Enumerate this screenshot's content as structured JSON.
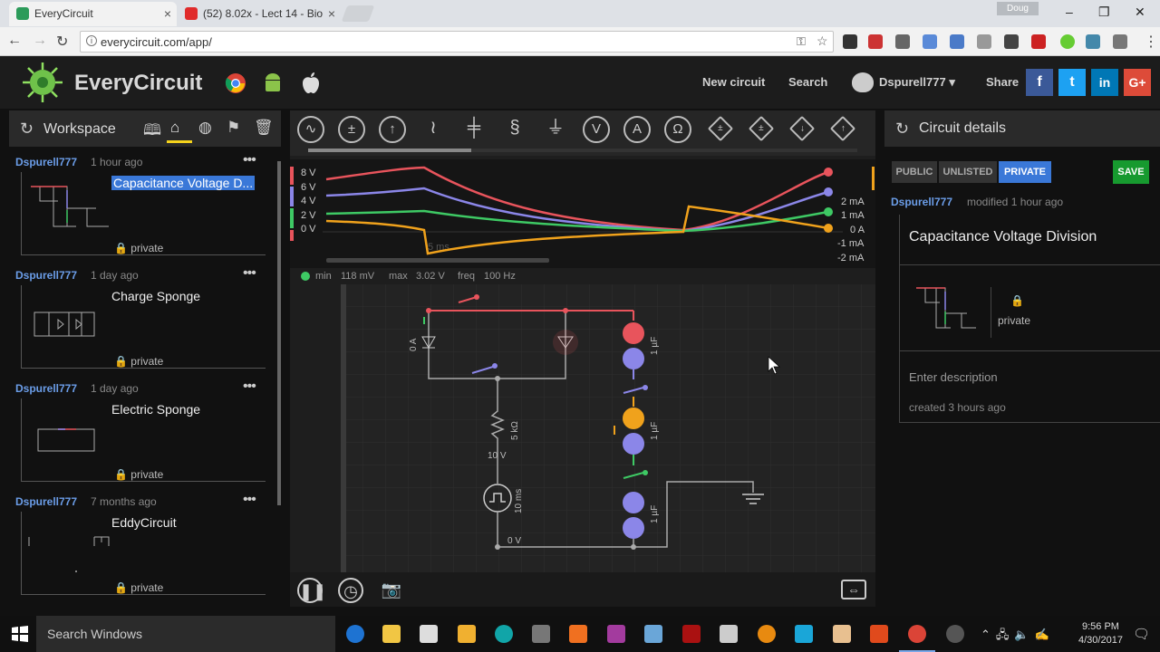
{
  "browser": {
    "tabs": [
      {
        "title": "EveryCircuit",
        "close": "×"
      },
      {
        "title": "(52) 8.02x - Lect 14 - Bio",
        "close": "×"
      }
    ],
    "user_badge": "Doug",
    "window_controls": [
      "–",
      "❐",
      "✕"
    ],
    "url": "everycircuit.com/app/",
    "info_glyph": "i"
  },
  "app": {
    "brand": "EveryCircuit",
    "new_circuit": "New circuit",
    "search": "Search",
    "user": "Dspurell777 ▾",
    "share": "Share",
    "share_buttons": [
      "f",
      "t",
      "in",
      "G+"
    ]
  },
  "workspace": {
    "title": "Workspace",
    "items": [
      {
        "author": "Dspurell777",
        "time": "1 hour ago",
        "title": "Capacitance Voltage D...",
        "privacy": "private",
        "dots": "•••"
      },
      {
        "author": "Dspurell777",
        "time": "1 day ago",
        "title": "Charge Sponge",
        "privacy": "private",
        "dots": "•••"
      },
      {
        "author": "Dspurell777",
        "time": "1 day ago",
        "title": "Electric Sponge",
        "privacy": "private",
        "dots": "•••"
      },
      {
        "author": "Dspurell777",
        "time": "7 months ago",
        "title": "EddyCircuit",
        "privacy": "private",
        "dots": "•••"
      }
    ]
  },
  "graph": {
    "left_ticks": [
      "8 V",
      "6 V",
      "4 V",
      "2 V",
      "0 V"
    ],
    "right_ticks": [
      "2 mA",
      "1 mA",
      "0 A",
      "-1 mA",
      "-2 mA"
    ],
    "time_label": "5 ms",
    "colors": {
      "red": "#e8545c",
      "blue": "#8b86e8",
      "green": "#3ec964",
      "orange": "#f0a21c"
    }
  },
  "measure": {
    "min_label": "min",
    "min_value": "118 mV",
    "max_label": "max",
    "max_value": "3.02 V",
    "freq_label": "freq",
    "freq_value": "100 Hz"
  },
  "circuit_labels": {
    "led_current": "0 A",
    "resistor": "5 kΩ",
    "source_v": "10 V",
    "period": "10 ms",
    "ground_v": "0 V",
    "cap1": "1 µF",
    "cap2": "1 µF",
    "cap3": "1 µF"
  },
  "details": {
    "title": "Circuit details",
    "visibility": [
      "PUBLIC",
      "UNLISTED",
      "PRIVATE"
    ],
    "save": "SAVE",
    "author": "Dspurell777",
    "modified": "modified 1 hour ago",
    "circuit_title": "Capacitance Voltage Division",
    "privacy": "private",
    "description_placeholder": "Enter description",
    "created": "created 3 hours ago"
  },
  "taskbar": {
    "search": "Search Windows",
    "time": "9:56 PM",
    "date": "4/30/2017"
  }
}
